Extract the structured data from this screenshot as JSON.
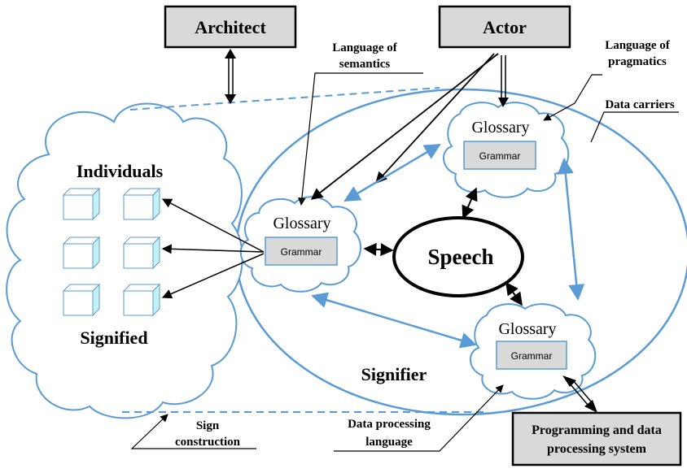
{
  "boxes": {
    "architect": "Architect",
    "actor": "Actor",
    "programming_line1": "Programming and data",
    "programming_line2": "processing system"
  },
  "labels": {
    "language_of_semantics_line1": "Language of",
    "language_of_semantics_line2": "semantics",
    "language_of_pragmatics_line1": "Language of",
    "language_of_pragmatics_line2": "pragmatics",
    "data_carriers": "Data carriers",
    "individuals": "Individuals",
    "signified": "Signified",
    "signifier": "Signifier",
    "sign_construction_line1": "Sign",
    "sign_construction_line2": "construction",
    "data_processing_language_line1": "Data processing",
    "data_processing_language_line2": "language"
  },
  "clouds": {
    "left": {
      "glossary": "Glossary",
      "grammar": "Grammar"
    },
    "top": {
      "glossary": "Glossary",
      "grammar": "Grammar"
    },
    "bottom": {
      "glossary": "Glossary",
      "grammar": "Grammar"
    }
  },
  "center": {
    "speech": "Speech"
  },
  "colors": {
    "blue": "#5b9bd5",
    "box_fill": "#d9d9d9",
    "cube_face": "#c7f0f5"
  }
}
